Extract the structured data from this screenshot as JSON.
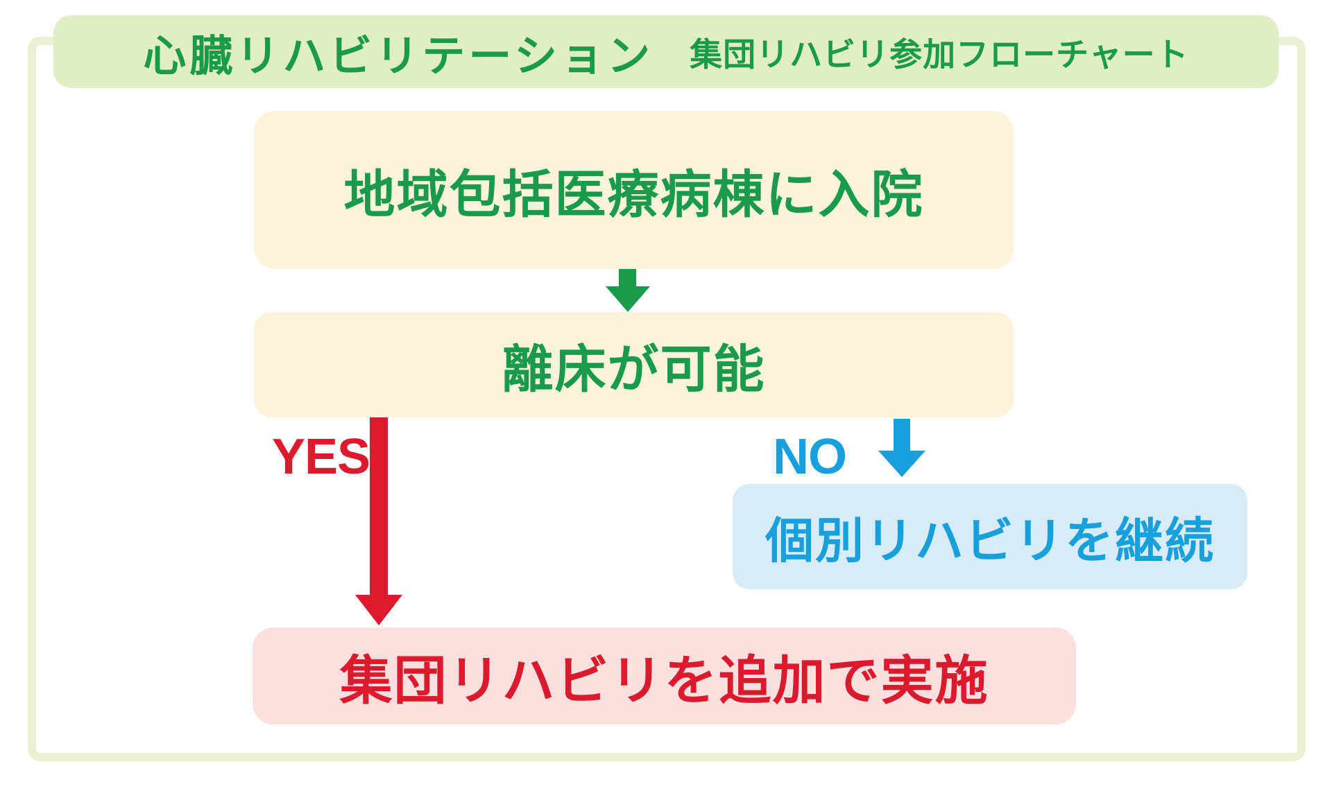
{
  "title": {
    "main": "心臓リハビリテーション",
    "sub": "集団リハビリ参加フローチャート"
  },
  "flow": {
    "admission": {
      "label": "地域包括医療病棟に入院"
    },
    "mobilization": {
      "label": "離床が可能"
    },
    "individual_rehab": {
      "label": "個別リハビリを継続"
    },
    "group_rehab": {
      "label": "集団リハビリを追加で実施"
    },
    "branches": {
      "yes": "YES",
      "no": "NO"
    }
  },
  "colors": {
    "green_text_and_arrow": "#1a9a4c",
    "red_text_and_arrow": "#dc1a2e",
    "blue_text_and_arrow": "#18a0dc",
    "cream_box_bg": "#fcf3dc",
    "pink_box_bg": "#fbe0df",
    "light_blue_box_bg": "#d8ecf8",
    "title_band_bg": "#e1eec5",
    "outer_frame_border": "#e9f0d4",
    "page_bg": "#ffffff"
  }
}
